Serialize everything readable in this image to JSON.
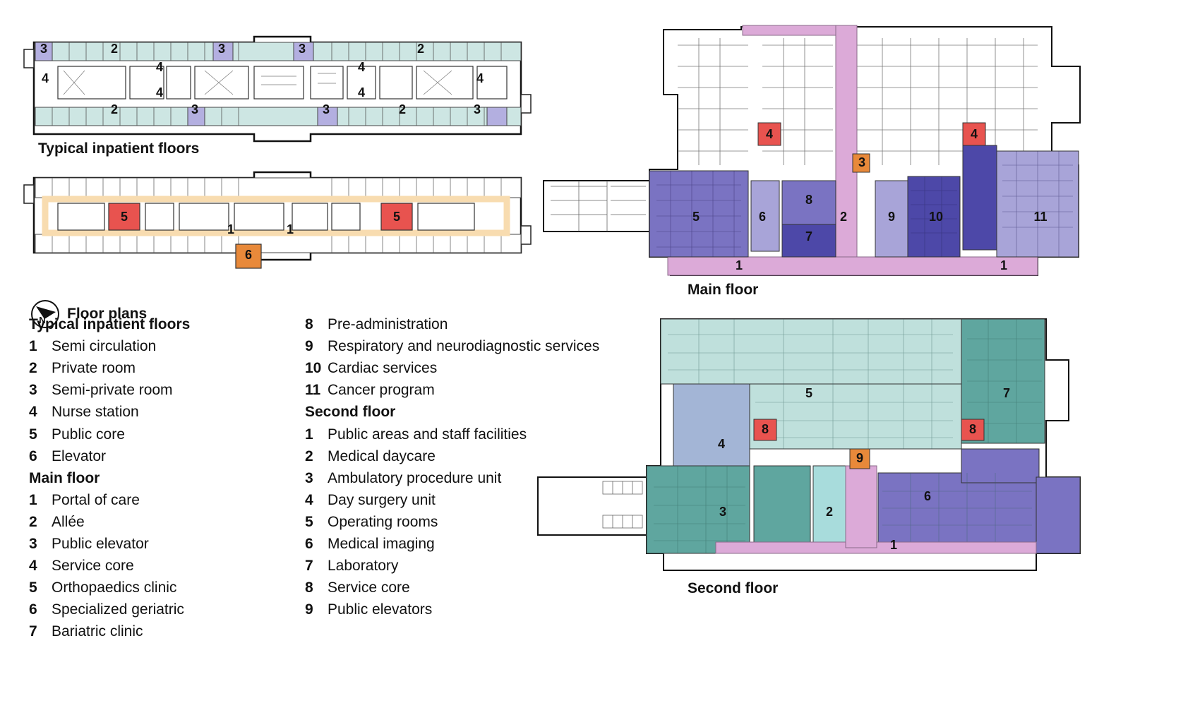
{
  "colors": {
    "room_line": "#444444",
    "wall": "#111111",
    "private_room": "#cde6e3",
    "semi_private_room": "#b3afe0",
    "public_core": "#e8534f",
    "elevator": "#e8893a",
    "semi_circulation": "#f8dcb0",
    "portal_allee": "#dcaad8",
    "clinic_dark": "#4d48a8",
    "clinic_mid": "#7a73c2",
    "clinic_light": "#a8a4d8",
    "teal_dark": "#5fa69f",
    "teal_mid": "#8ec4bc",
    "teal_light": "#bfe0dc",
    "blue_grey": "#a3b5d6",
    "aqua": "#a8dcdc"
  },
  "plans": {
    "typical_upper": {
      "caption": "Typical inpatient floors",
      "labels": [
        {
          "t": "3"
        },
        {
          "t": "2"
        },
        {
          "t": "3"
        },
        {
          "t": "3"
        },
        {
          "t": "2"
        },
        {
          "t": "4"
        },
        {
          "t": "4"
        },
        {
          "t": "4"
        },
        {
          "t": "4"
        },
        {
          "t": "4"
        },
        {
          "t": "4"
        },
        {
          "t": "2"
        },
        {
          "t": "3"
        },
        {
          "t": "3"
        },
        {
          "t": "2"
        },
        {
          "t": "3"
        }
      ]
    },
    "typical_lower": {
      "labels": [
        {
          "t": "5"
        },
        {
          "t": "5"
        },
        {
          "t": "1"
        },
        {
          "t": "1"
        },
        {
          "t": "6"
        }
      ]
    },
    "main_floor": {
      "caption": "Main  floor",
      "labels": [
        {
          "t": "4"
        },
        {
          "t": "4"
        },
        {
          "t": "3"
        },
        {
          "t": "5"
        },
        {
          "t": "6"
        },
        {
          "t": "8"
        },
        {
          "t": "7"
        },
        {
          "t": "2"
        },
        {
          "t": "9"
        },
        {
          "t": "10"
        },
        {
          "t": "11"
        },
        {
          "t": "1"
        },
        {
          "t": "1"
        }
      ]
    },
    "second_floor": {
      "caption": "Second  floor",
      "labels": [
        {
          "t": "5"
        },
        {
          "t": "7"
        },
        {
          "t": "4"
        },
        {
          "t": "8"
        },
        {
          "t": "8"
        },
        {
          "t": "9"
        },
        {
          "t": "3"
        },
        {
          "t": "2"
        },
        {
          "t": "6"
        },
        {
          "t": "1"
        }
      ]
    }
  },
  "legend": {
    "title": "Floor plans",
    "north_symbol": "N",
    "sections": [
      {
        "heading": "Typical inpatient floors",
        "items": [
          {
            "num": "1",
            "label": "Semi circulation"
          },
          {
            "num": "2",
            "label": "Private room"
          },
          {
            "num": "3",
            "label": "Semi-private room"
          },
          {
            "num": "4",
            "label": "Nurse station"
          },
          {
            "num": "5",
            "label": "Public core"
          },
          {
            "num": "6",
            "label": "Elevator"
          }
        ]
      },
      {
        "heading": "Main floor",
        "items": [
          {
            "num": "1",
            "label": "Portal of care"
          },
          {
            "num": "2",
            "label": "Allée"
          },
          {
            "num": "3",
            "label": "Public elevator"
          },
          {
            "num": "4",
            "label": "Service core"
          },
          {
            "num": "5",
            "label": "Orthopaedics clinic"
          },
          {
            "num": "6",
            "label": "Specialized geriatric"
          },
          {
            "num": "7",
            "label": "Bariatric clinic"
          },
          {
            "num": "8",
            "label": "Pre-administration"
          },
          {
            "num": "9",
            "label": "Respiratory and neurodiagnostic services"
          },
          {
            "num": "10",
            "label": "Cardiac services"
          },
          {
            "num": "11",
            "label": "Cancer program"
          }
        ]
      },
      {
        "heading": "Second floor",
        "items": [
          {
            "num": "1",
            "label": "Public areas and staff facilities"
          },
          {
            "num": "2",
            "label": "Medical daycare"
          },
          {
            "num": "3",
            "label": "Ambulatory procedure unit"
          },
          {
            "num": "4",
            "label": "Day surgery unit"
          },
          {
            "num": "5",
            "label": "Operating rooms"
          },
          {
            "num": "6",
            "label": "Medical imaging"
          },
          {
            "num": "7",
            "label": "Laboratory"
          },
          {
            "num": "8",
            "label": "Service core"
          },
          {
            "num": "9",
            "label": "Public elevators"
          }
        ]
      }
    ]
  }
}
